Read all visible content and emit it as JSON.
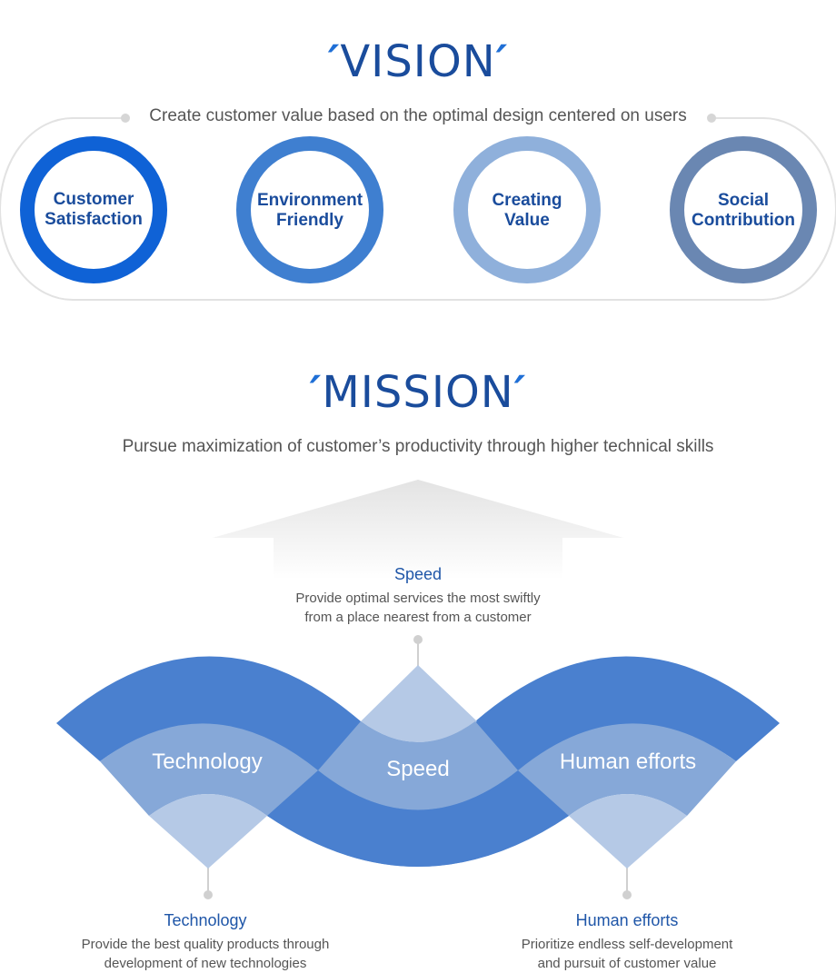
{
  "vision": {
    "title": "VISION",
    "subtitle": "Create customer value based on the optimal design centered on users",
    "items": [
      {
        "line1": "Customer",
        "line2": "Satisfaction",
        "color": "#0f62d6"
      },
      {
        "line1": "Environment",
        "line2": "Friendly",
        "color": "#3f7fd0"
      },
      {
        "line1": "Creating",
        "line2": "Value",
        "color": "#8fb0db"
      },
      {
        "line1": "Social",
        "line2": "Contribution",
        "color": "#6a87b2"
      }
    ]
  },
  "mission": {
    "title": "MISSION",
    "subtitle": "Pursue maximization of customer’s productivity through higher technical skills",
    "wave": {
      "left": "Technology",
      "center": "Speed",
      "right": "Human efforts"
    },
    "speed": {
      "title": "Speed",
      "line1": "Provide optimal services the most swiftly",
      "line2": "from a place nearest from a customer"
    },
    "technology": {
      "title": "Technology",
      "line1": "Provide the best quality products through",
      "line2": "development of new technologies"
    },
    "human": {
      "title": "Human efforts",
      "line1": "Prioritize endless self-development",
      "line2": "and pursuit of customer value"
    }
  },
  "colors": {
    "dark_blue": "#1a4c9c",
    "wave_dark": "#4a80cf",
    "wave_mid": "#86a8d8",
    "wave_light": "#b5c9e6"
  }
}
